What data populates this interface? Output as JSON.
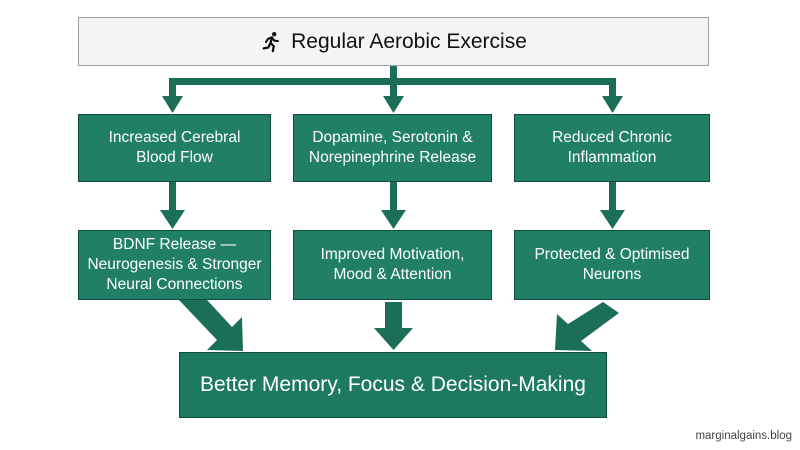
{
  "diagram": {
    "top": {
      "label": "Regular Aerobic Exercise",
      "icon": "running-person-icon"
    },
    "mechanisms": [
      {
        "label": "Increased Cerebral Blood Flow"
      },
      {
        "label": "Dopamine, Serotonin & Norepinephrine Release"
      },
      {
        "label": "Reduced Chronic Inflammation"
      }
    ],
    "effects": [
      {
        "label": "BDNF Release — Neurogenesis & Stronger Neural Connections"
      },
      {
        "label": "Improved Motivation, Mood & Attention"
      },
      {
        "label": "Protected & Optimised Neurons"
      }
    ],
    "outcome": {
      "label": "Better Memory, Focus & Decision-Making"
    }
  },
  "watermark": "marginalgains.blog",
  "colors": {
    "box_fill": "#217f66",
    "box_border": "#0f4e3e",
    "arrow": "#1b6e57",
    "top_fill": "#f3f4f4",
    "top_border": "#9aa0a3"
  }
}
